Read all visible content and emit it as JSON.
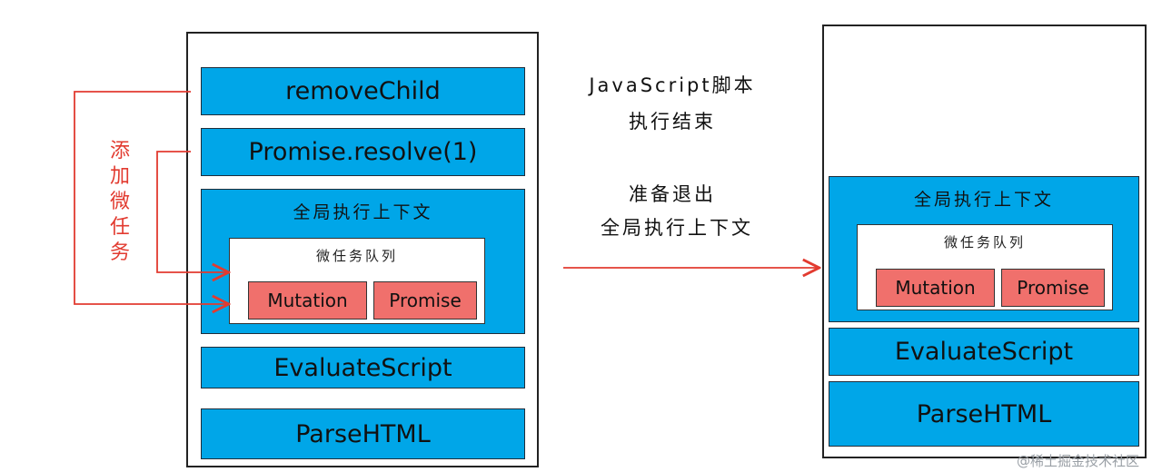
{
  "left_stack": {
    "frames": {
      "remove_child": "removeChild",
      "promise_resolve": "Promise.resolve(1)",
      "evaluate_script": "EvaluateScript",
      "parse_html": "ParseHTML"
    },
    "global_context": {
      "title": "全局执行上下文",
      "microtask_queue": {
        "title": "微任务队列",
        "items": [
          "Mutation",
          "Promise"
        ]
      }
    }
  },
  "side_label": [
    "添",
    "加",
    "微",
    "任",
    "务"
  ],
  "middle_notes": {
    "line1": "JavaScript脚本",
    "line2": "执行结束",
    "line3": "准备退出",
    "line4": "全局执行上下文"
  },
  "right_stack": {
    "frames": {
      "evaluate_script": "EvaluateScript",
      "parse_html": "ParseHTML"
    },
    "global_context": {
      "title": "全局执行上下文",
      "microtask_queue": {
        "title": "微任务队列",
        "items": [
          "Mutation",
          "Promise"
        ]
      }
    }
  },
  "watermark": "@稀土掘金技术社区",
  "colors": {
    "frame_blue": "#00a6e8",
    "task_red": "#f0706c",
    "arrow_red": "#e23b30"
  }
}
